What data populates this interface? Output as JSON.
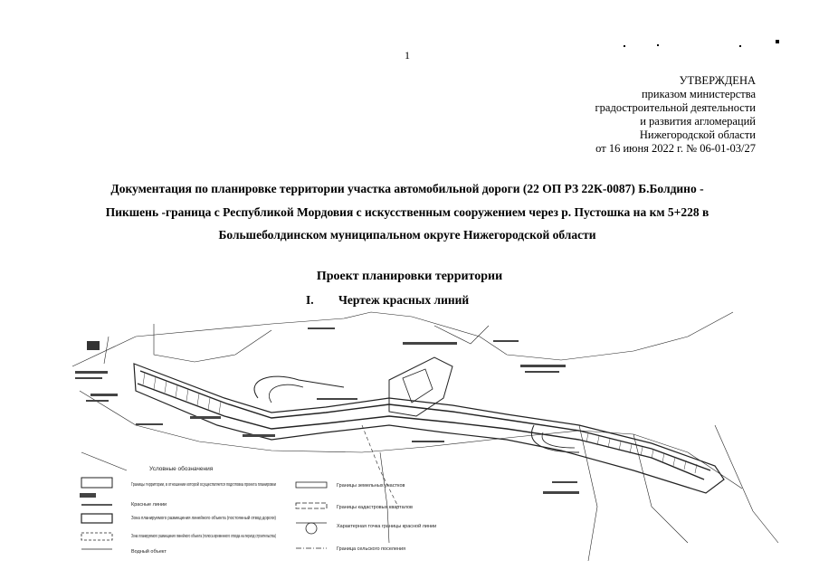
{
  "page_number": "1",
  "approval": {
    "heading": "УТВЕРЖДЕНА",
    "lines": [
      "приказом министерства",
      "градостроительной деятельности",
      "и развития агломераций",
      "Нижегородской области",
      "от 16 июня 2022 г. № 06-01-03/27"
    ]
  },
  "title_lines": [
    "Документация по планировке территории участка автомобильной дороги (22 ОП РЗ 22К-0087) Б.Болдино -",
    "Пикшень -граница с Республикой Мордовия с искусственным сооружением через  р. Пустошка на км 5+228 в",
    "Большеболдинском муниципальном округе Нижегородской области"
  ],
  "section_title": "Проект планировки территории",
  "subsection": {
    "number": "I.",
    "title": "Чертеж красных линий"
  },
  "legend": {
    "heading": "Условные обозначения",
    "left_items": [
      "Границы территории, в отношении которой осуществляется подготовка проекта планировки",
      "Красные линии",
      "Зона планируемого размещения линейного объекта (постоянный отвод дороги)",
      "Зона планируемого размещения линейного объекта (полоса временного отвода на период строительства)",
      "Водный объект"
    ],
    "right_items": [
      "Границы земельных участков",
      "Границы кадастровых кварталов",
      "Характерная точка границы красной линии",
      "Граница сельского поселения"
    ]
  }
}
